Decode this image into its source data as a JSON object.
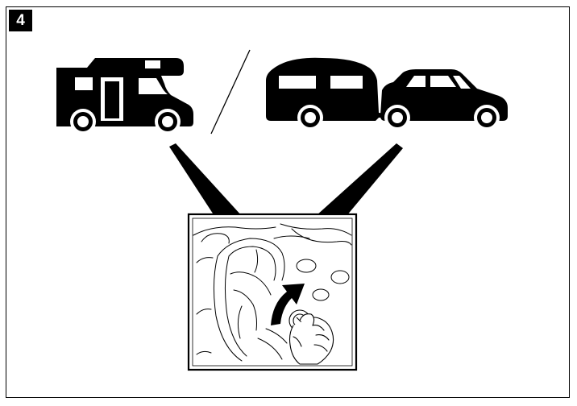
{
  "step": {
    "number": "4"
  },
  "illustration": {
    "left_vehicle": "motorhome-icon",
    "separator": "slash-divider",
    "right_vehicle": "car-with-caravan-icon",
    "detail": "ignition-key-turn-detail",
    "arrow": "curved-arrow-icon",
    "ink_color": "#000000",
    "paper_color": "#ffffff"
  }
}
